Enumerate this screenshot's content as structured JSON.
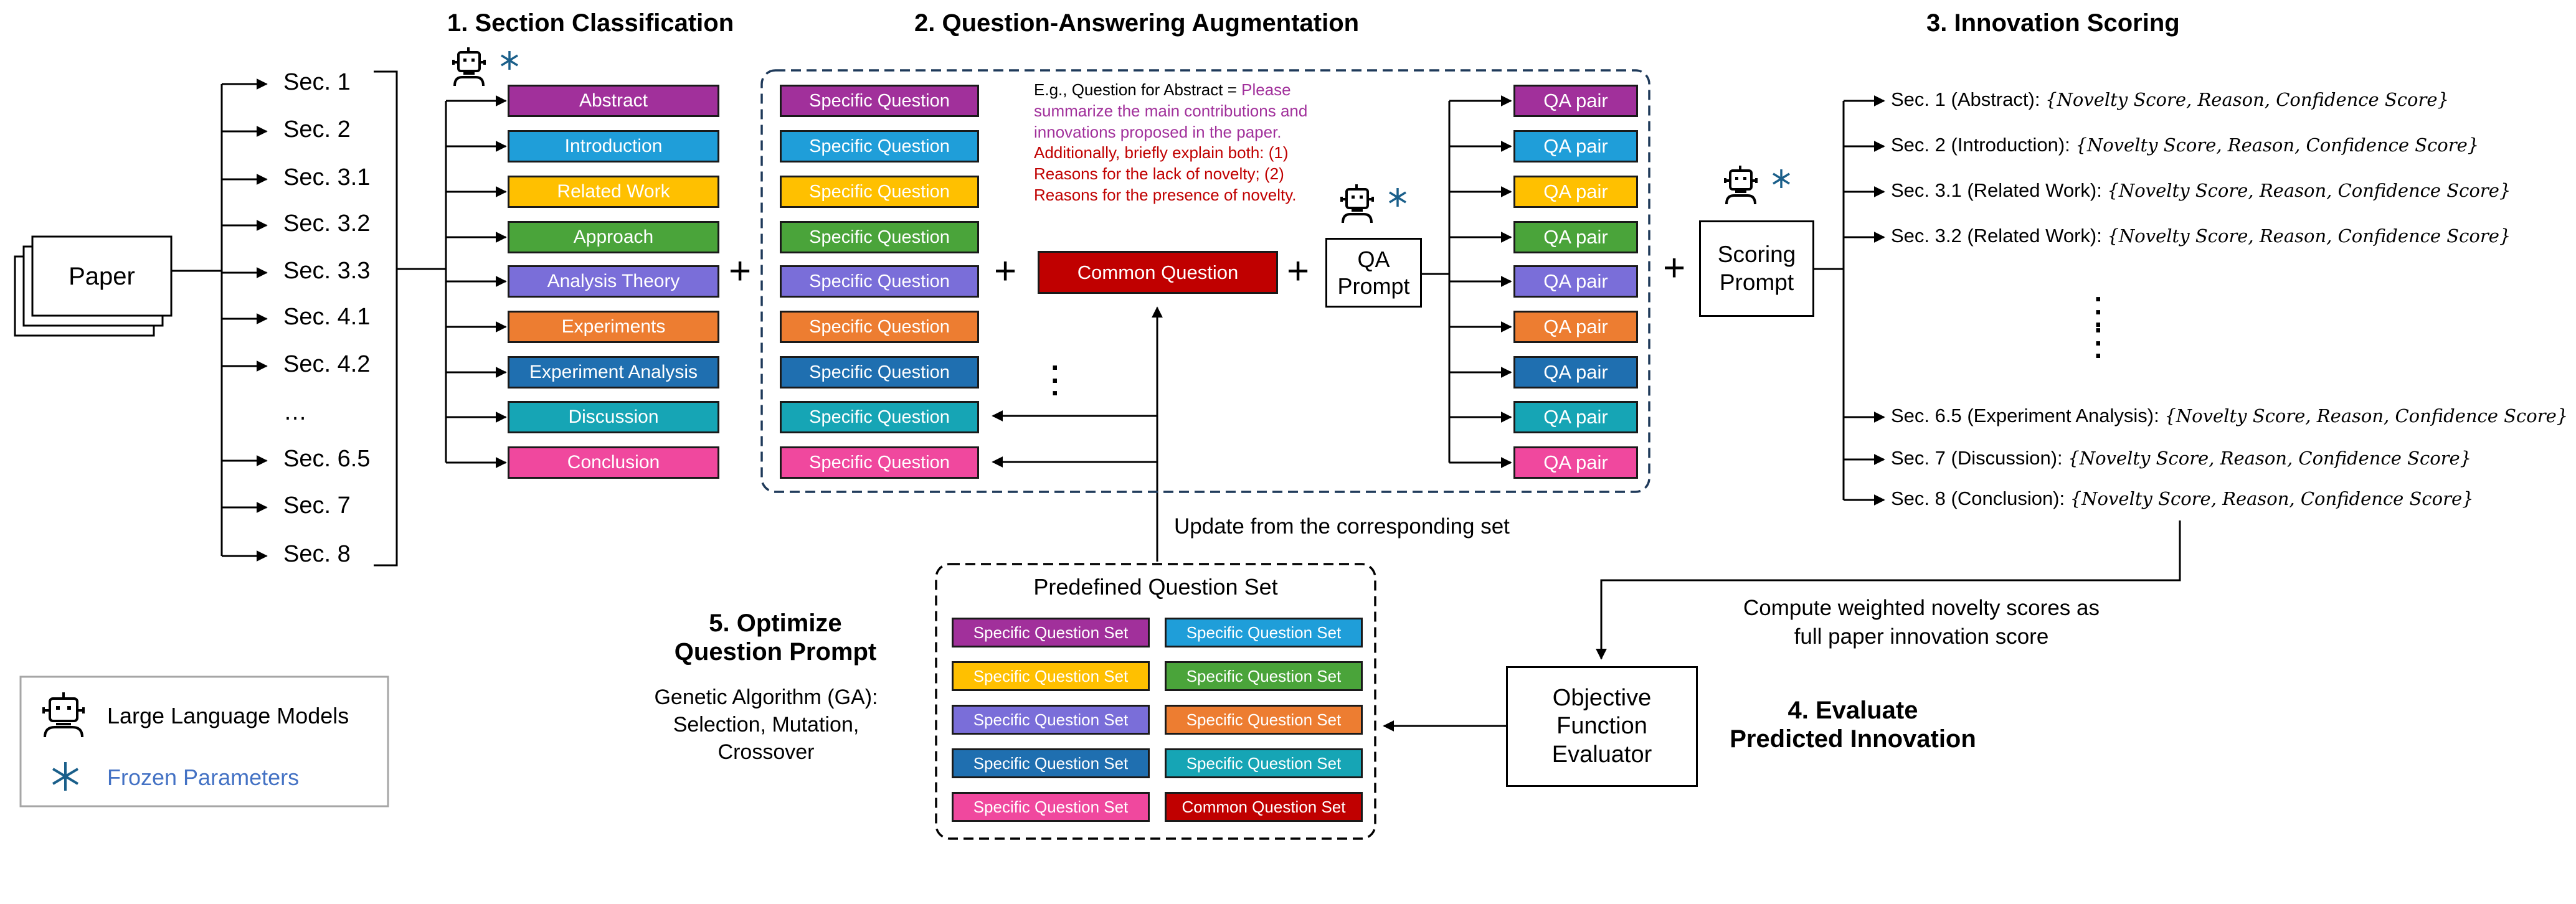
{
  "colors": {
    "abstract": "#a1309b",
    "introduction": "#1f9ed9",
    "related_work": "#ffc000",
    "approach": "#4aa43a",
    "analysis_theory": "#7a6ed9",
    "experiments": "#ed7d31",
    "experiment_analysis": "#1f6fb0",
    "discussion": "#16a5b5",
    "conclusion": "#f0489e",
    "common": "#c00000",
    "frozen": "#4472c4"
  },
  "steps": {
    "step1": "1. Section Classification",
    "step2": "2. Question-Answering Augmentation",
    "step3": "3. Innovation Scoring",
    "step4_line1": "4. Evaluate",
    "step4_line2": "Predicted Innovation",
    "step5_line1": "5. Optimize",
    "step5_line2": "Question Prompt"
  },
  "paper": {
    "label": "Paper"
  },
  "sections": [
    "Sec. 1",
    "Sec. 2",
    "Sec. 3.1",
    "Sec. 3.2",
    "Sec. 3.3",
    "Sec. 4.1",
    "Sec. 4.2",
    "…",
    "Sec. 6.5",
    "Sec. 7",
    "Sec. 8"
  ],
  "categories": [
    "Abstract",
    "Introduction",
    "Related Work",
    "Approach",
    "Analysis Theory",
    "Experiments",
    "Experiment Analysis",
    "Discussion",
    "Conclusion"
  ],
  "specific_question": "Specific Question",
  "example": {
    "prefix": "E.g., Question for Abstract = ",
    "purple": "Please summarize the main contributions and innovations proposed in the paper.",
    "red": "Additionally, briefly explain both: (1) Reasons for the lack of novelty; (2) Reasons for the presence of novelty."
  },
  "common_question": "Common Question",
  "qa_prompt_line1": "QA",
  "qa_prompt_line2": "Prompt",
  "qa_pair": "QA pair",
  "scoring_prompt_line1": "Scoring",
  "scoring_prompt_line2": "Prompt",
  "score_format": "{Novelty Score, Reason, Confidence Score}",
  "scores": [
    "Sec. 1 (Abstract): ",
    "Sec. 2 (Introduction): ",
    "Sec. 3.1 (Related Work): ",
    "Sec. 3.2 (Related Work): ",
    "Sec. 6.5 (Experiment Analysis): ",
    "Sec. 7 (Discussion): ",
    "Sec. 8 (Conclusion): "
  ],
  "update_text": "Update from the corresponding set",
  "compute_line1": "Compute weighted novelty scores as",
  "compute_line2": "full paper innovation score",
  "predefined": {
    "title": "Predefined Question Set",
    "specific_set": "Specific Question Set",
    "common_set": "Common Question Set"
  },
  "evaluator": {
    "line1": "Objective",
    "line2": "Function",
    "line3": "Evaluator"
  },
  "ga": {
    "line1": "Genetic Algorithm (GA):",
    "line2": "Selection, Mutation,",
    "line3": "Crossover"
  },
  "legend": {
    "llm": "Large Language Models",
    "frozen": "Frozen Parameters"
  }
}
